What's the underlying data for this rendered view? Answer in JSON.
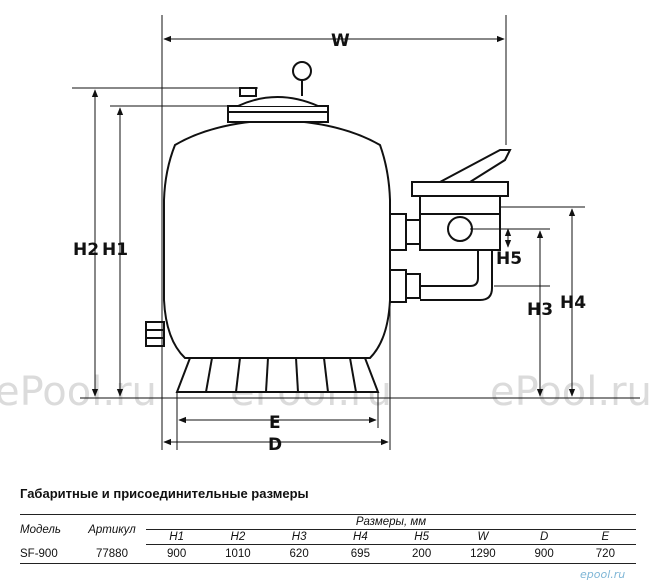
{
  "dimensions": {
    "w": "W",
    "h1": "H1",
    "h2": "H2",
    "h3": "H3",
    "h4": "H4",
    "h5": "H5",
    "e": "E",
    "d": "D"
  },
  "watermark": {
    "text": "ePool.ru"
  },
  "table": {
    "title": "Габаритные и присоединительные размеры",
    "col_model": "Модель",
    "col_article": "Артикул",
    "col_sizes": "Размеры, мм",
    "size_headers": [
      "H1",
      "H2",
      "H3",
      "H4",
      "H5",
      "W",
      "D",
      "E"
    ],
    "rows": [
      {
        "model": "SF-900",
        "article": "77880",
        "values": [
          "900",
          "1010",
          "620",
          "695",
          "200",
          "1290",
          "900",
          "720"
        ]
      }
    ]
  },
  "logo": {
    "text": "epool.ru"
  }
}
